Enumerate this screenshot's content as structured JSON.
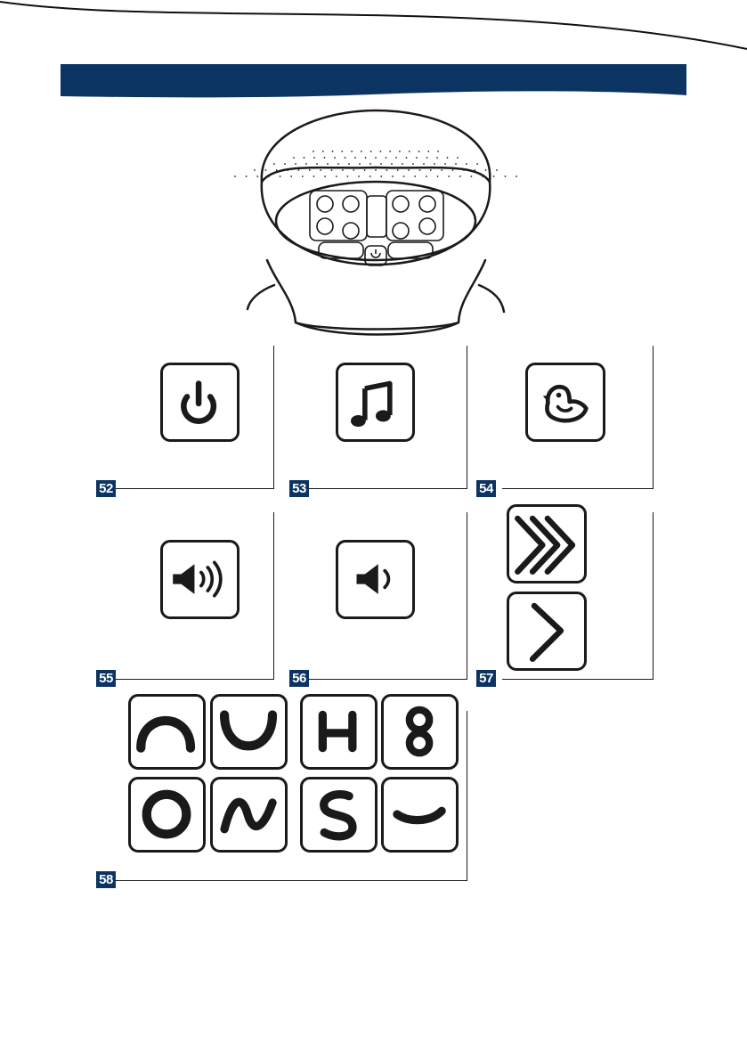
{
  "page": {
    "background": "#ffffff",
    "accent": "#0c3463"
  },
  "header": {
    "banner_color": "#0c3463"
  },
  "figures": [
    {
      "number": "52",
      "icon": "power-icon"
    },
    {
      "number": "53",
      "icon": "music-note-icon"
    },
    {
      "number": "54",
      "icon": "bird-icon"
    },
    {
      "number": "55",
      "icon": "volume-up-icon"
    },
    {
      "number": "56",
      "icon": "volume-down-icon"
    },
    {
      "number": "57",
      "icons": [
        "triple-chevron-icon",
        "single-chevron-icon"
      ]
    },
    {
      "number": "58",
      "icons": [
        "arch-icon",
        "u-curve-icon",
        "h-shape-icon",
        "figure-eight-icon",
        "circle-icon",
        "wave-icon",
        "s-shape-icon",
        "flat-curve-icon"
      ]
    }
  ]
}
